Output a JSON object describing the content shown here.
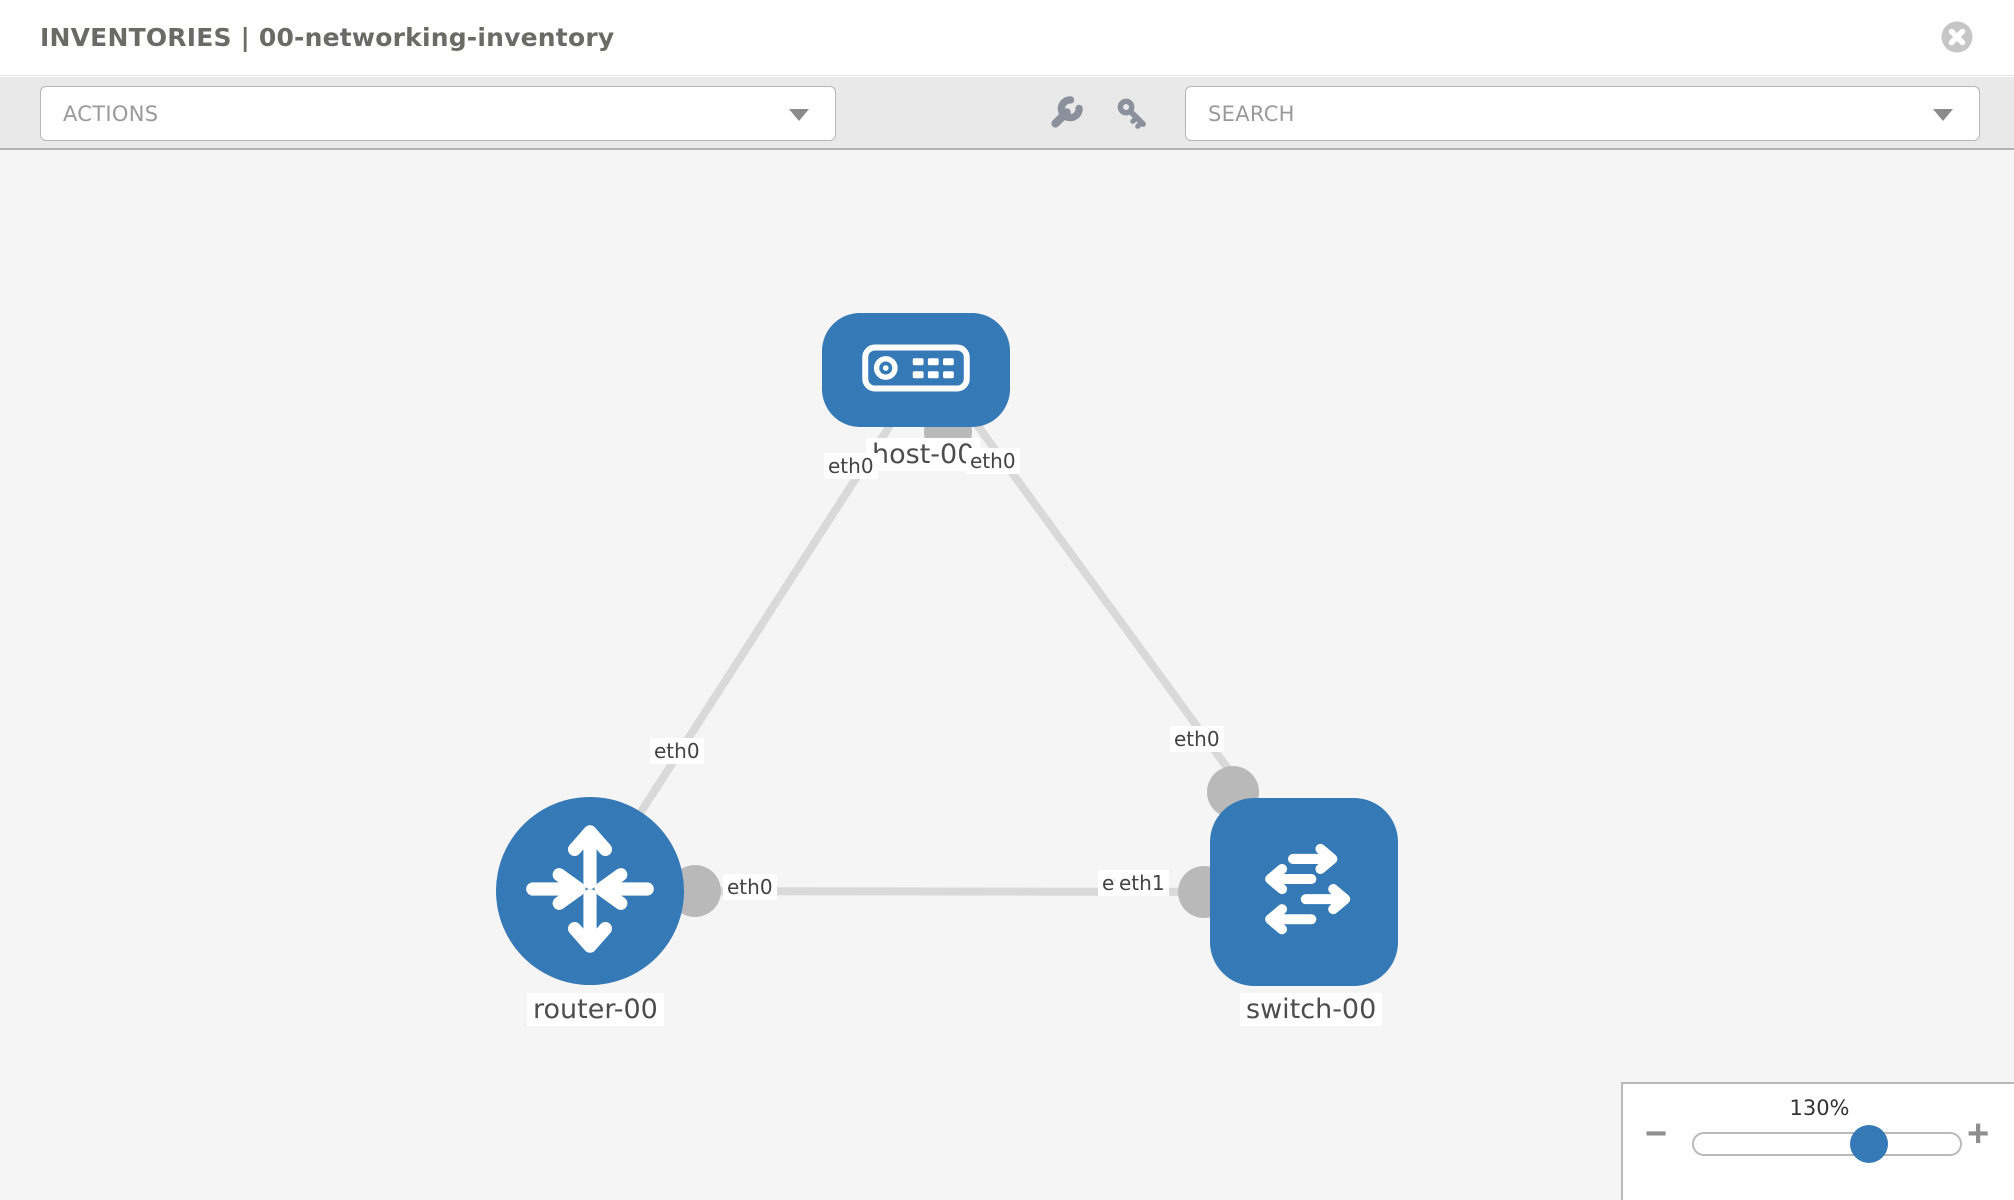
{
  "header": {
    "title": "INVENTORIES | 00-networking-inventory"
  },
  "toolbar": {
    "actions_label": "ACTIONS",
    "search_label": "SEARCH",
    "icons": [
      "wrench-icon",
      "key-icon"
    ]
  },
  "topology": {
    "nodes": [
      {
        "label": "host-00",
        "type": "host",
        "shape": "rounded-rect"
      },
      {
        "label": "router-00",
        "type": "router",
        "shape": "circle"
      },
      {
        "label": "switch-00",
        "type": "switch",
        "shape": "rounded-square"
      }
    ],
    "interface_labels": {
      "host_left": "eth0",
      "host_right": "eth0",
      "router_right": "eth0",
      "switch_top": "eth0",
      "link_mid_back": "eth0",
      "link_mid_front": "eth1"
    },
    "links": [
      "host-00 ↔ router-00",
      "host-00 ↔ switch-00",
      "router-00 ↔ switch-00"
    ]
  },
  "zoom_control": {
    "level": "130%",
    "minus_label": "−",
    "plus_label": "+"
  },
  "colors": {
    "node_blue": "#3579b6",
    "port_gray": "#b9b9b9",
    "edge_gray": "#d9d9d9",
    "canvas_bg": "#f5f5f5",
    "toolbar_bg": "#e9e9e9",
    "title_gray": "#6a6a66"
  }
}
